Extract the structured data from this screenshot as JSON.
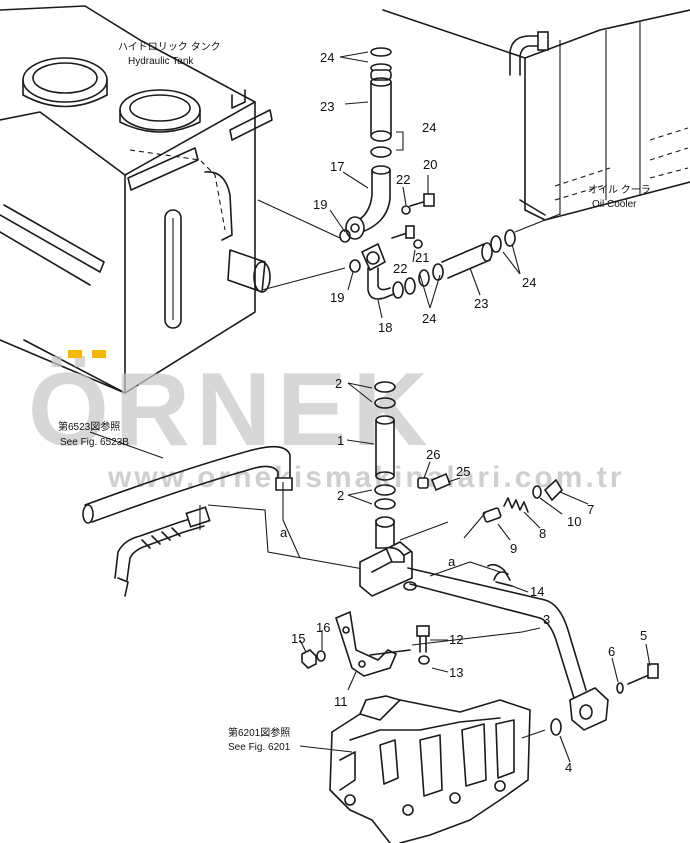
{
  "labels": {
    "hydraulic_tank_jp": "ハイドロリック タンク",
    "hydraulic_tank": "Hydraulic Tank",
    "oil_cooler_jp": "オイル クーラ",
    "oil_cooler": "Oil Cooler",
    "ref_6523_jp": "第6523図参照",
    "ref_6523": "See Fig. 6523B",
    "ref_6201_jp": "第6201図参照",
    "ref_6201": "See Fig. 6201",
    "marker_a": "a"
  },
  "parts": {
    "p1": "1",
    "p2": "2",
    "p3": "3",
    "p4": "4",
    "p5": "5",
    "p6": "6",
    "p7": "7",
    "p8": "8",
    "p9": "9",
    "p10": "10",
    "p11": "11",
    "p12": "12",
    "p13": "13",
    "p14": "14",
    "p15": "15",
    "p16": "16",
    "p17": "17",
    "p18": "18",
    "p19": "19",
    "p20": "20",
    "p21": "21",
    "p22": "22",
    "p23": "23",
    "p24": "24",
    "p25": "25",
    "p26": "26"
  },
  "watermark": {
    "brand": "ÖRNEK",
    "url": "www.ornekismakinalari.com.tr",
    "accent_color": "#f5b700"
  }
}
